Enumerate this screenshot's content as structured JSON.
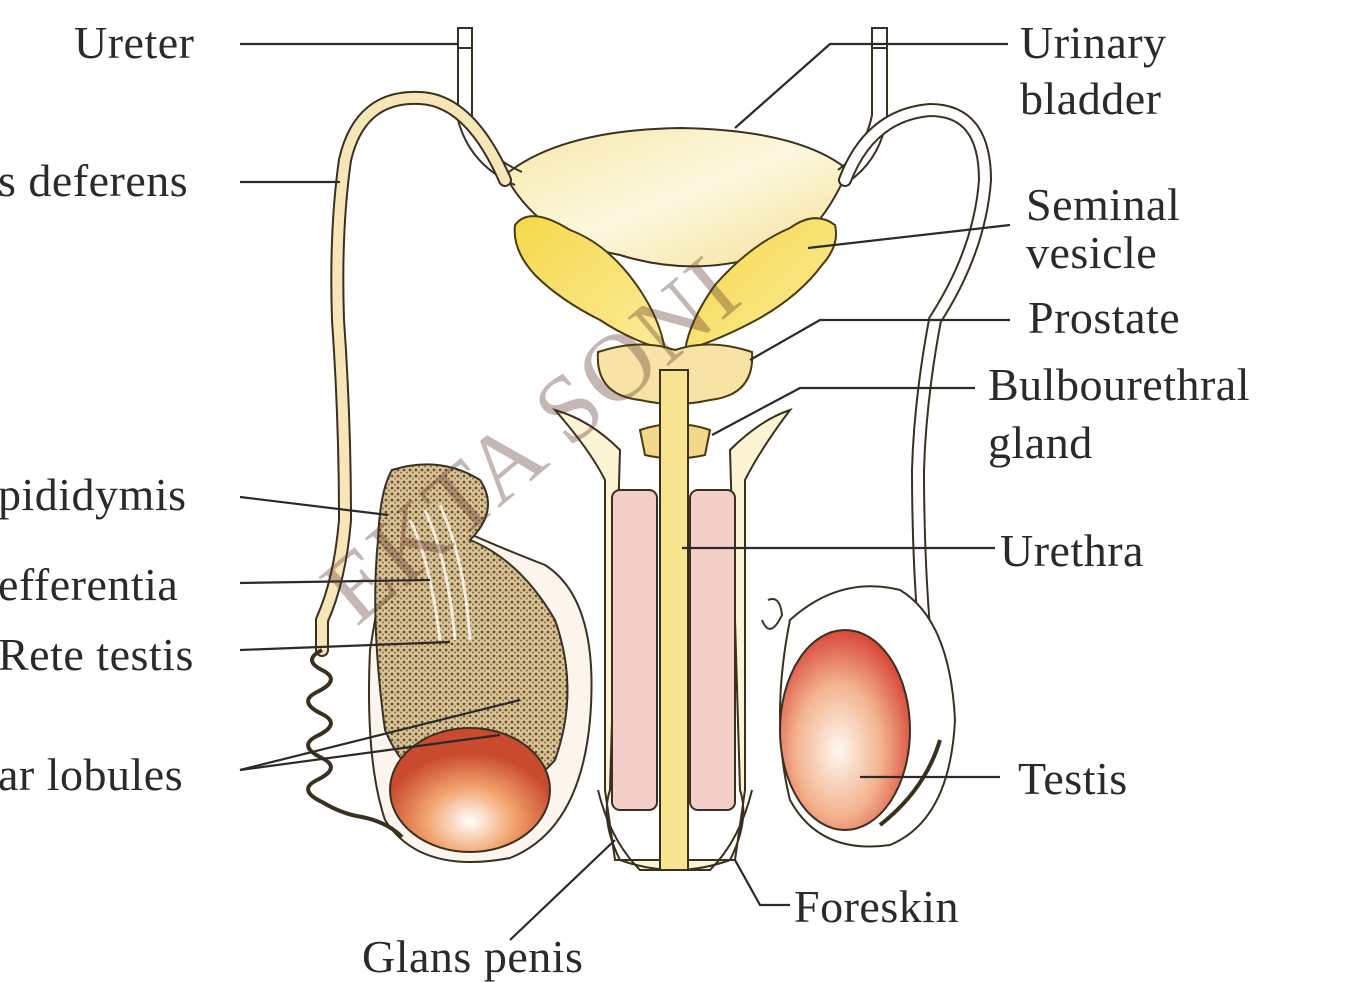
{
  "labels": {
    "ureter": "Ureter",
    "vas_deferens": "s deferens",
    "epididymis": "pididymis",
    "vasa_efferentia": "efferentia",
    "rete_testis": "Rete testis",
    "testicular_lobules": "ar lobules",
    "urinary_bladder_line1": "Urinary",
    "urinary_bladder_line2": "bladder",
    "seminal_vesicle_line1": "Seminal",
    "seminal_vesicle_line2": "vesicle",
    "prostate": "Prostate",
    "bulbourethral_line1": "Bulbourethral",
    "bulbourethral_line2": "gland",
    "urethra": "Urethra",
    "testis": "Testis",
    "foreskin": "Foreskin",
    "glans_penis": "Glans penis"
  },
  "watermark": "EKTA SONI",
  "colors": {
    "gland_yellow": "#f3dc6a",
    "bladder_cream": "#f8eec0",
    "tissue_pink": "#f2c9c2",
    "testis_red": "#e2505a",
    "epididymis_brown": "#8a6a3a",
    "line": "#2a2a2a"
  }
}
